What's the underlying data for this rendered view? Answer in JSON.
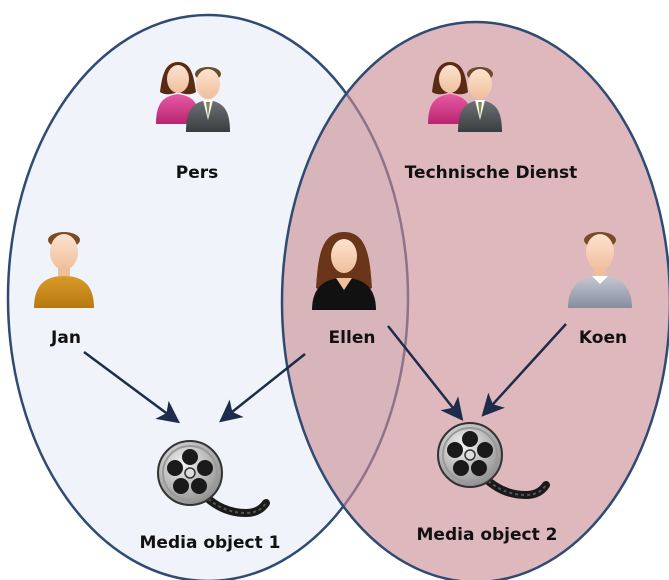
{
  "groups": [
    {
      "label": "Pers",
      "fill": "#eef2f8",
      "stroke": "#2f4a73"
    },
    {
      "label": "Technische Dienst",
      "fill": "#c98c94",
      "stroke": "#2f4a73"
    }
  ],
  "users": {
    "jan": "Jan",
    "ellen": "Ellen",
    "koen": "Koen"
  },
  "media": {
    "m1": "Media object 1",
    "m2": "Media object 2"
  },
  "icons": {
    "group": "group-people-icon",
    "male_user": "male-user-icon",
    "female_user": "female-user-icon",
    "media": "film-reel-icon"
  },
  "colors": {
    "arrow": "#1d2c4a",
    "circle_stroke": "#2f4a73",
    "pers_fill": "#eef2f8",
    "tech_fill": "#c98c94"
  }
}
